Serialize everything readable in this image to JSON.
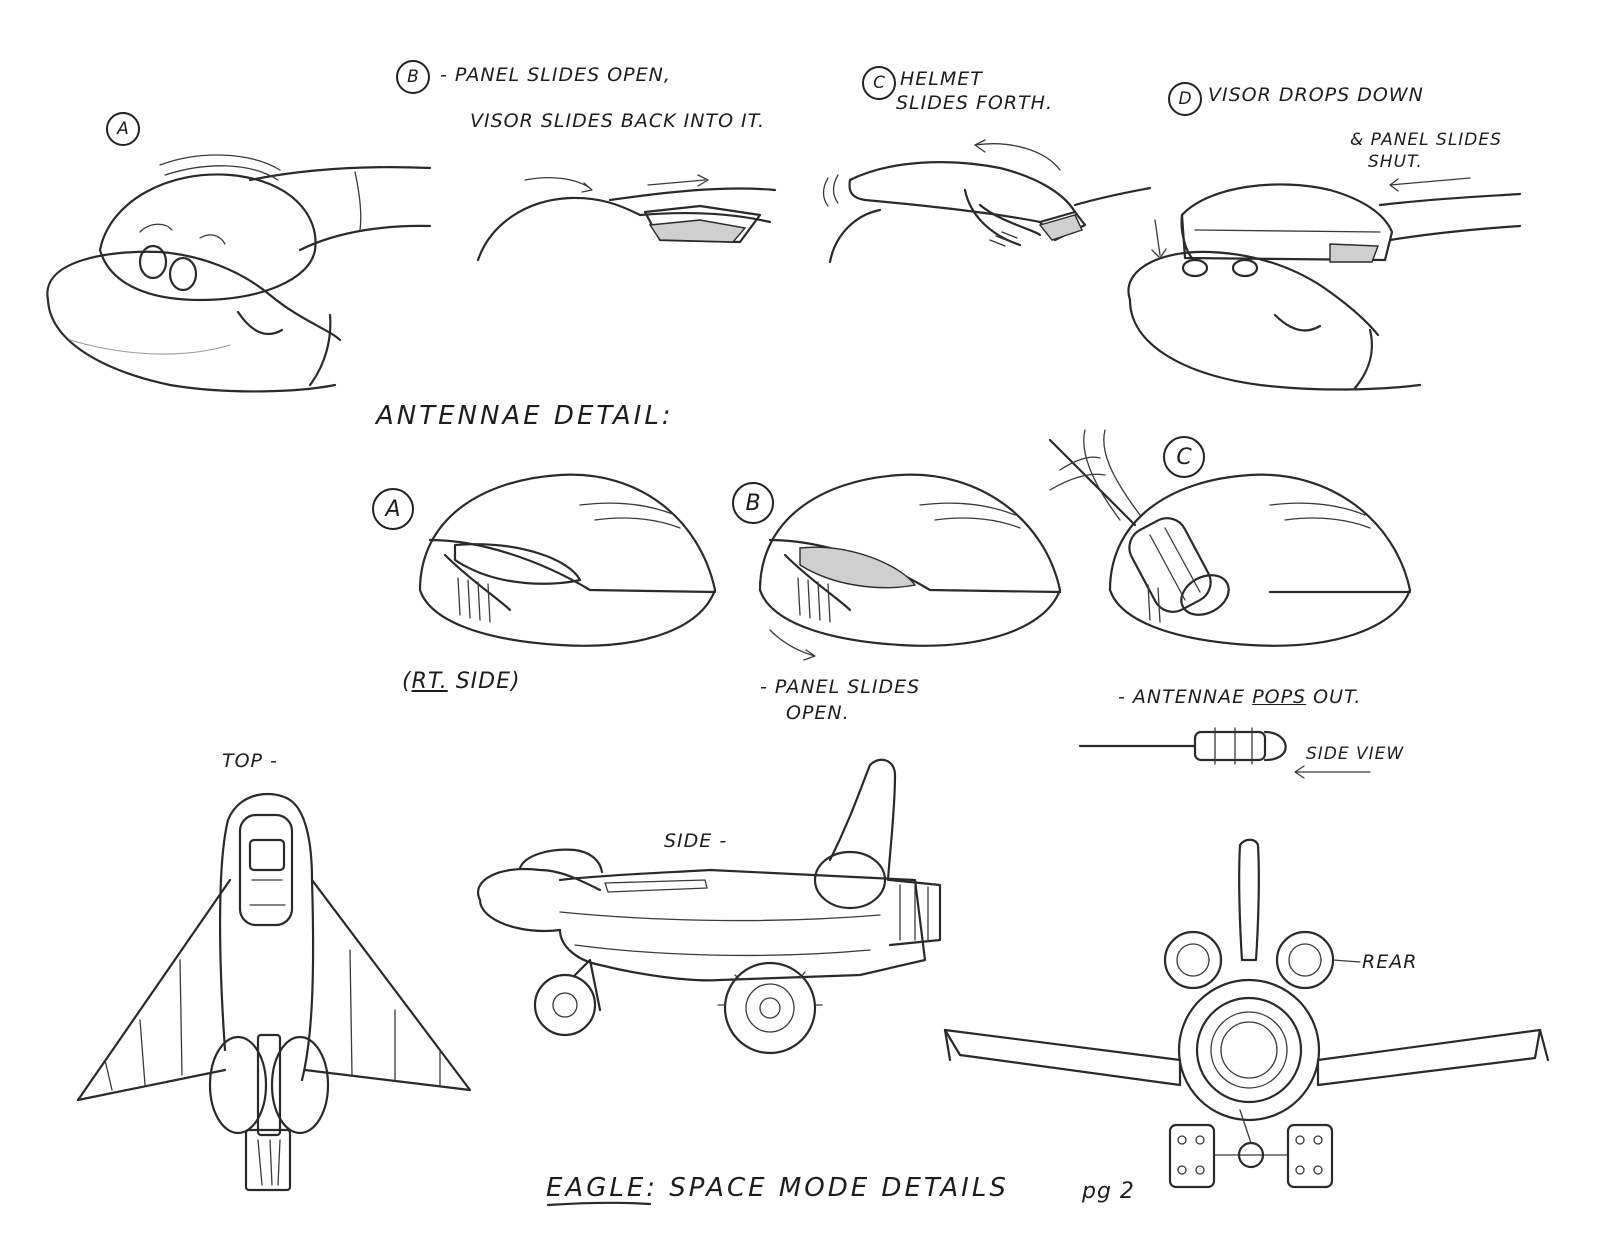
{
  "sheet": {
    "title": "EAGLE: SPACE MODE DETAILS",
    "page": "pg 2"
  },
  "visor_sequence": {
    "step_a": {
      "letter": "A"
    },
    "step_b": {
      "letter": "B",
      "note_line1": "- PANEL SLIDES OPEN,",
      "note_line2": "VISOR SLIDES BACK INTO IT."
    },
    "step_c": {
      "letter": "C",
      "note_line1": "HELMET",
      "note_line2": "SLIDES FORTH."
    },
    "step_d": {
      "letter": "D",
      "note_line1": "VISOR DROPS DOWN",
      "note_line2": "& PANEL SLIDES",
      "note_line3": "SHUT."
    }
  },
  "antennae": {
    "heading": "ANTENNAE DETAIL:",
    "a": {
      "letter": "A",
      "note_pre": "(",
      "note_underlined": "RT.",
      "note_post": " SIDE)"
    },
    "b": {
      "letter": "B",
      "note_line1": "- PANEL SLIDES",
      "note_line2": "OPEN."
    },
    "c": {
      "letter": "C",
      "note_pre": "- ANTENNAE ",
      "note_underlined": "POPS",
      "note_post": " OUT."
    },
    "side_view_label": "SIDE VIEW"
  },
  "views": {
    "top_label": "TOP -",
    "side_label": "SIDE -",
    "rear_label": "REAR"
  },
  "icons": [
    "head-sketch",
    "hatch-panel",
    "antenna-pod",
    "ship-top-view",
    "ship-side-view",
    "ship-rear-view",
    "wheel"
  ]
}
